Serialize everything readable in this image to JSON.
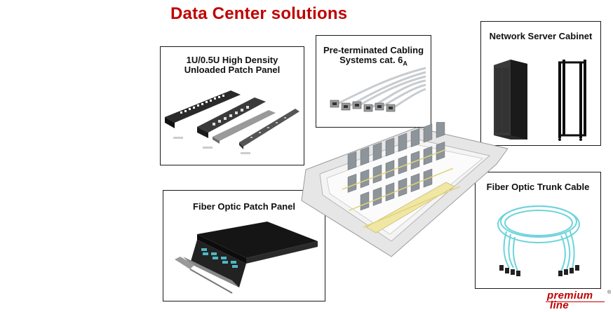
{
  "page": {
    "title": "Data Center solutions"
  },
  "cards": {
    "patch_panel": {
      "label_line1": "1U/0.5U High Density",
      "label_line2": "Unloaded Patch Panel"
    },
    "pre_terminated": {
      "label_line1": "Pre-terminated Cabling",
      "label_line2": "Systems cat. 6",
      "label_sub": "A"
    },
    "server_cabinet": {
      "label": "Network Server Cabinet"
    },
    "fiber_patch": {
      "label": "Fiber Optic Patch Panel"
    },
    "fiber_trunk": {
      "label": "Fiber Optic Trunk Cable"
    }
  },
  "brand": {
    "word1": "premium",
    "word2": "line",
    "mark": "®",
    "color": "#c00000"
  },
  "colors": {
    "title": "#c00000",
    "fiber": "#6fd3dc",
    "panel": "#1c1c1c"
  }
}
